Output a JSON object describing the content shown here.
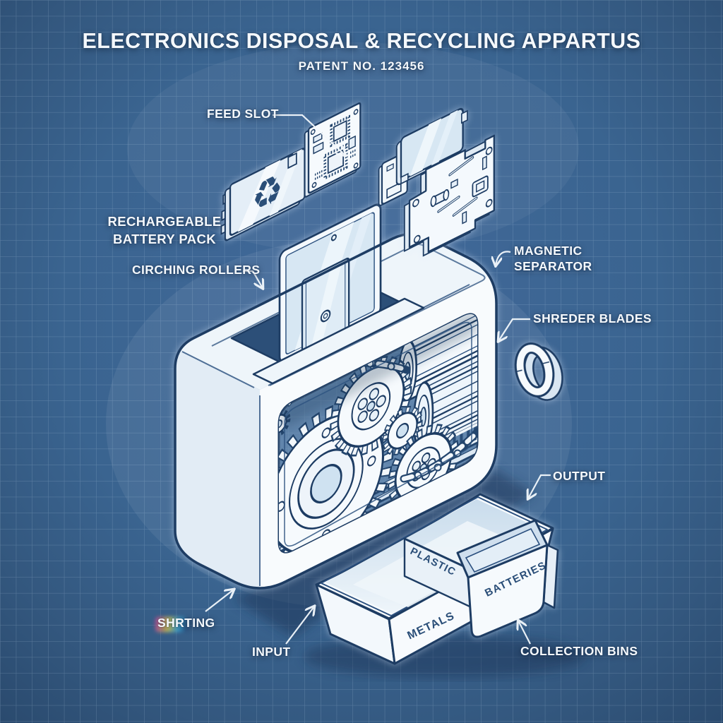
{
  "title": "ELECTRONICS DISPOSAL & RECYCLING APPARTUS",
  "patent": "PATENT NO. 123456",
  "callouts": {
    "feed_slot": "FEED SLOT",
    "battery_pack": "RECHARGEABLE\nBATTERY PACK",
    "crushing_rollers": "CIRCHING ROLLERS",
    "magnetic_separator": "MAGNETIC\nSEPARATOR",
    "shredder_blades": "SHREDER BLADES",
    "output": "OUTPUT",
    "sorting": "SHRTING",
    "input": "INPUT",
    "collection_bins": "COLLECTION BINS"
  },
  "bins": {
    "divider_label": "PLASTIC",
    "front_label": "METALS",
    "right_label": "BATTERIES"
  },
  "icons": {
    "recycle": "♻"
  },
  "colors": {
    "background": "#3a6490",
    "grid_line": "#c6dcf0",
    "outline": "#1d3c63",
    "fill_white": "#f7fafc",
    "glass": "#cfe2f1",
    "label_text": "#f4f8fc",
    "bin_text": "#2a4e78"
  }
}
